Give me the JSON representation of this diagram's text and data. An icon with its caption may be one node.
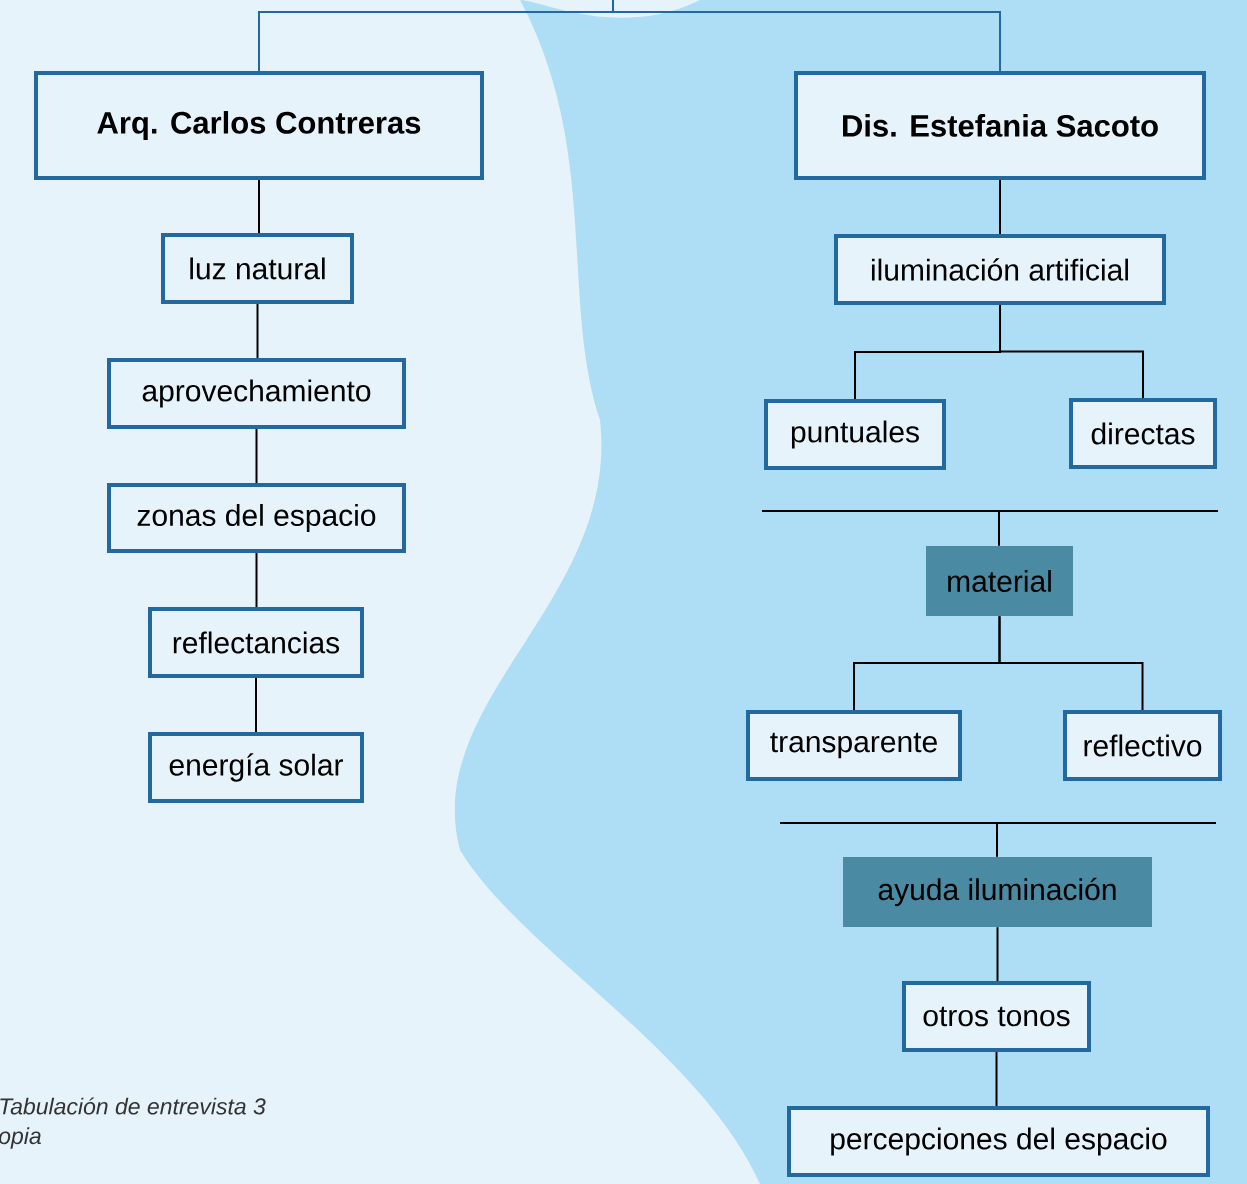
{
  "diagram": {
    "nodes": [
      {
        "text": [
          "Arq. Carlos Contreras"
        ]
      },
      {
        "text": [
          "Dis. Estefania Sacoto"
        ]
      },
      {
        "text": [
          "luz natural"
        ]
      },
      {
        "text": [
          "aprovechamiento"
        ]
      },
      {
        "text": [
          "zonas del espacio"
        ]
      },
      {
        "text": [
          "reflectancias"
        ]
      },
      {
        "text": [
          "energía solar"
        ]
      },
      {
        "text": [
          "iluminación artificial"
        ]
      },
      {
        "text": [
          "puntuales"
        ]
      },
      {
        "text": [
          "directas"
        ]
      },
      {
        "text": [
          "material"
        ]
      },
      {
        "text": [
          "transparente"
        ]
      },
      {
        "text": [
          "reflectivo"
        ]
      },
      {
        "text": [
          "ayuda iluminación"
        ]
      },
      {
        "text": [
          "otros tonos"
        ]
      },
      {
        "text": [
          "percepciones del espacio"
        ]
      }
    ],
    "edges": [
      {
        "from": null,
        "to": 0,
        "arrow": "none",
        "color": "#2369a0"
      },
      {
        "from": null,
        "to": 1,
        "arrow": "none",
        "color": "#2369a0"
      },
      {
        "from": 0,
        "to": 2,
        "arrow": "none"
      },
      {
        "from": 2,
        "to": 3,
        "arrow": "none"
      },
      {
        "from": 3,
        "to": 4,
        "arrow": "none"
      },
      {
        "from": 4,
        "to": 5,
        "arrow": "none"
      },
      {
        "from": 5,
        "to": 6,
        "arrow": "none"
      },
      {
        "from": 1,
        "to": 7,
        "arrow": "none"
      },
      {
        "from": 7,
        "to": 8,
        "arrow": "none"
      },
      {
        "from": 7,
        "to": 9,
        "arrow": "none"
      },
      {
        "from": null,
        "to": 10,
        "arrow": "none"
      },
      {
        "from": 10,
        "to": 11,
        "arrow": "none"
      },
      {
        "from": 10,
        "to": 12,
        "arrow": "none"
      },
      {
        "from": null,
        "to": 13,
        "arrow": "none"
      },
      {
        "from": 13,
        "to": 14,
        "arrow": "none"
      },
      {
        "from": 14,
        "to": 15,
        "arrow": "none"
      }
    ],
    "labels": [
      "Tabulación de entrevista 3",
      "opia"
    ]
  }
}
